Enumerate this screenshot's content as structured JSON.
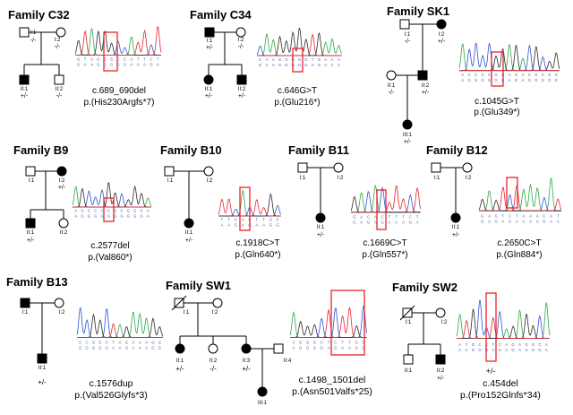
{
  "colors": {
    "ink": "#000000",
    "highlight": "#e8242a",
    "trace_a": "#2ea84a",
    "trace_c": "#2b55d6",
    "trace_g": "#2a2a2a",
    "trace_t": "#e8242a",
    "base_text": "#4a63a8"
  },
  "panels": [
    {
      "title": "Family C32",
      "mutation": "c.689_690del",
      "protein": "p.(His230Argfs*7)",
      "individuals": [
        {
          "id": "I:1",
          "genotype": "-/-"
        },
        {
          "id": "I:2",
          "genotype": "-/-"
        },
        {
          "id": "II:1",
          "genotype": "+/-"
        },
        {
          "id": "II:2",
          "genotype": "-/-"
        }
      ]
    },
    {
      "title": "Family C34",
      "mutation": "c.646G>T",
      "protein": "p.(Glu216*)",
      "individuals": [
        {
          "id": "I:1",
          "genotype": "+/-"
        },
        {
          "id": "I:2",
          "genotype": "-/-"
        },
        {
          "id": "II:1",
          "genotype": "+/-"
        },
        {
          "id": "II:2",
          "genotype": "+/-"
        }
      ]
    },
    {
      "title": "Family SK1",
      "mutation": "c.1045G>T",
      "protein": "p.(Glu349*)",
      "individuals": [
        {
          "id": "I:1",
          "genotype": "-/-"
        },
        {
          "id": "I:2",
          "genotype": "+/-"
        },
        {
          "id": "II:1",
          "genotype": "-/-"
        },
        {
          "id": "II:2",
          "genotype": "+/-"
        },
        {
          "id": "III:1",
          "genotype": "+/-"
        }
      ]
    },
    {
      "title": "Family B9",
      "mutation": "c.2577del",
      "protein": "p.(Val860*)",
      "individuals": [
        {
          "id": "I:1",
          "genotype": ""
        },
        {
          "id": "I:2",
          "genotype": "+/-"
        },
        {
          "id": "II:1",
          "genotype": "+/-"
        },
        {
          "id": "II:2",
          "genotype": ""
        }
      ]
    },
    {
      "title": "Family B10",
      "mutation": "c.1918C>T",
      "protein": "p.(Gln640*)",
      "individuals": [
        {
          "id": "I:1",
          "genotype": ""
        },
        {
          "id": "I:2",
          "genotype": ""
        },
        {
          "id": "II:1",
          "genotype": "+/-"
        }
      ]
    },
    {
      "title": "Family B11",
      "mutation": "c.1669C>T",
      "protein": "p.(Gln557*)",
      "individuals": [
        {
          "id": "I:1",
          "genotype": ""
        },
        {
          "id": "I:2",
          "genotype": ""
        },
        {
          "id": "II:1",
          "genotype": "+/-"
        }
      ]
    },
    {
      "title": "Family B12",
      "mutation": "c.2650C>T",
      "protein": "p.(Gln884*)",
      "individuals": [
        {
          "id": "I:1",
          "genotype": ""
        },
        {
          "id": "I:2",
          "genotype": ""
        },
        {
          "id": "II:1",
          "genotype": "+/-"
        }
      ]
    },
    {
      "title": "Family B13",
      "mutation": "c.1576dup",
      "protein": "p.(Val526Glyfs*3)",
      "individuals": [
        {
          "id": "I:1",
          "genotype": ""
        },
        {
          "id": "I:2",
          "genotype": ""
        },
        {
          "id": "II:1",
          "genotype": "+/-"
        }
      ]
    },
    {
      "title": "Family SW1",
      "mutation": "c.1498_1501del",
      "protein": "p.(Asn501Valfs*25)",
      "individuals": [
        {
          "id": "I:1",
          "genotype": ""
        },
        {
          "id": "I:2",
          "genotype": ""
        },
        {
          "id": "II:1",
          "genotype": "+/-"
        },
        {
          "id": "II:2",
          "genotype": "-/-"
        },
        {
          "id": "II:3",
          "genotype": "+/-"
        },
        {
          "id": "II:4",
          "genotype": ""
        },
        {
          "id": "III:1",
          "genotype": ""
        }
      ]
    },
    {
      "title": "Family SW2",
      "mutation": "c.454del",
      "protein": "p.(Pro152Glnfs*34)",
      "individuals": [
        {
          "id": "I:1",
          "genotype": ""
        },
        {
          "id": "I:2",
          "genotype": ""
        },
        {
          "id": "II:1",
          "genotype": ""
        },
        {
          "id": "II:2",
          "genotype": "+/-"
        }
      ]
    }
  ]
}
